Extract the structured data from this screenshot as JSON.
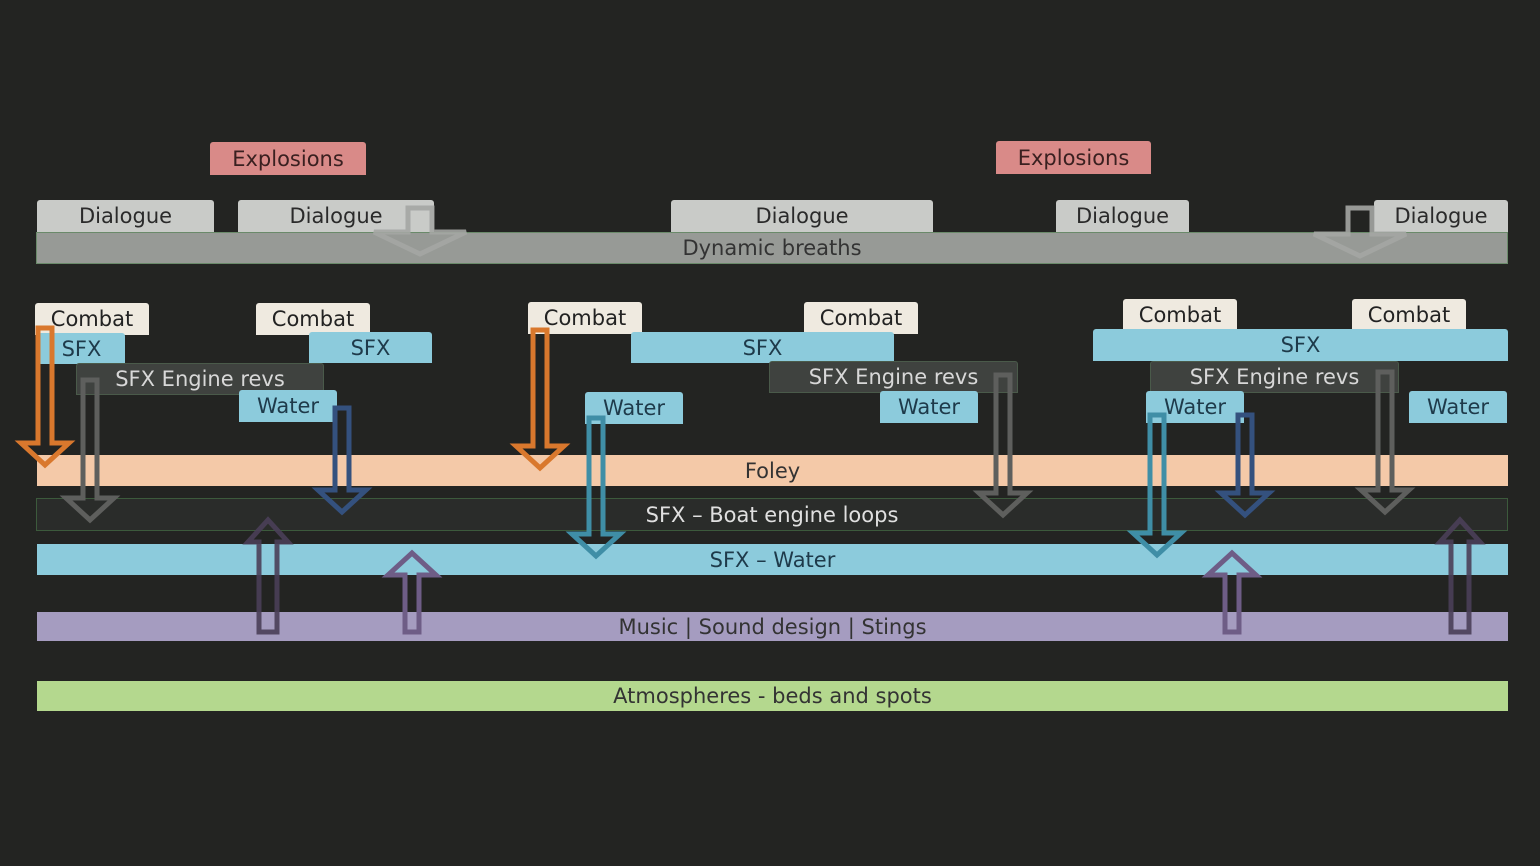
{
  "explosions": [
    "Explosions",
    "Explosions"
  ],
  "dialogue": [
    "Dialogue",
    "Dialogue",
    "Dialogue",
    "Dialogue",
    "Dialogue"
  ],
  "breaths": "Dynamic breaths",
  "combat": [
    "Combat",
    "Combat",
    "Combat",
    "Combat",
    "Combat",
    "Combat"
  ],
  "sfx": [
    "SFX",
    "SFX",
    "SFX",
    "SFX"
  ],
  "engine": [
    "SFX Engine revs",
    "SFX Engine revs",
    "SFX Engine revs"
  ],
  "water": [
    "Water",
    "Water",
    "Water",
    "Water",
    "Water"
  ],
  "lanes": {
    "foley": "Foley",
    "boat": "SFX – Boat engine loops",
    "water": "SFX – Water",
    "music": "Music | Sound design | Stings",
    "atmo": "Atmospheres - beds and spots"
  },
  "colors": {
    "orange": "#d9782d",
    "gray": "#5e5f5d",
    "navy": "#34517e",
    "teal": "#3f8ea6",
    "purple": "#6e5d86",
    "lightgray": "#a4a6a3"
  }
}
